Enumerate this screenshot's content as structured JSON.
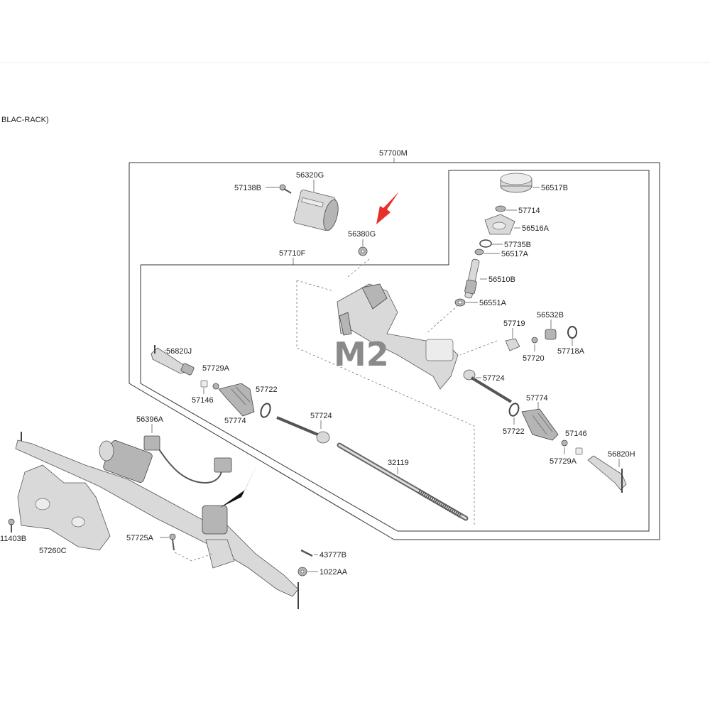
{
  "header_fragment": "BLAC-RACK)",
  "watermark": "M2",
  "highlight_color": "#e8302a",
  "labels": {
    "p57700M": "57700M",
    "p56320G": "56320G",
    "p57138B": "57138B",
    "p56380G": "56380G",
    "p57710F": "57710F",
    "p56517B": "56517B",
    "p57714": "57714",
    "p56516A": "56516A",
    "p57735B": "57735B",
    "p56517A": "56517A",
    "p56510B": "56510B",
    "p56551A": "56551A",
    "p57719": "57719",
    "p56532B": "56532B",
    "p57720": "57720",
    "p57718A": "57718A",
    "p56820J": "56820J",
    "p57729A_left": "57729A",
    "p57146_left": "57146",
    "p57722_left": "57722",
    "p57774_left": "57774",
    "p57724_left": "57724",
    "p57724_right": "57724",
    "p57774_right": "57774",
    "p57722_right": "57722",
    "p57146_right": "57146",
    "p57729A_right": "57729A",
    "p56820H": "56820H",
    "p32119": "32119",
    "p56396A": "56396A",
    "p57725A": "57725A",
    "p43777B": "43777B",
    "p1022AA": "1022AA",
    "p11403B": "11403B",
    "p57260C": "57260C"
  }
}
